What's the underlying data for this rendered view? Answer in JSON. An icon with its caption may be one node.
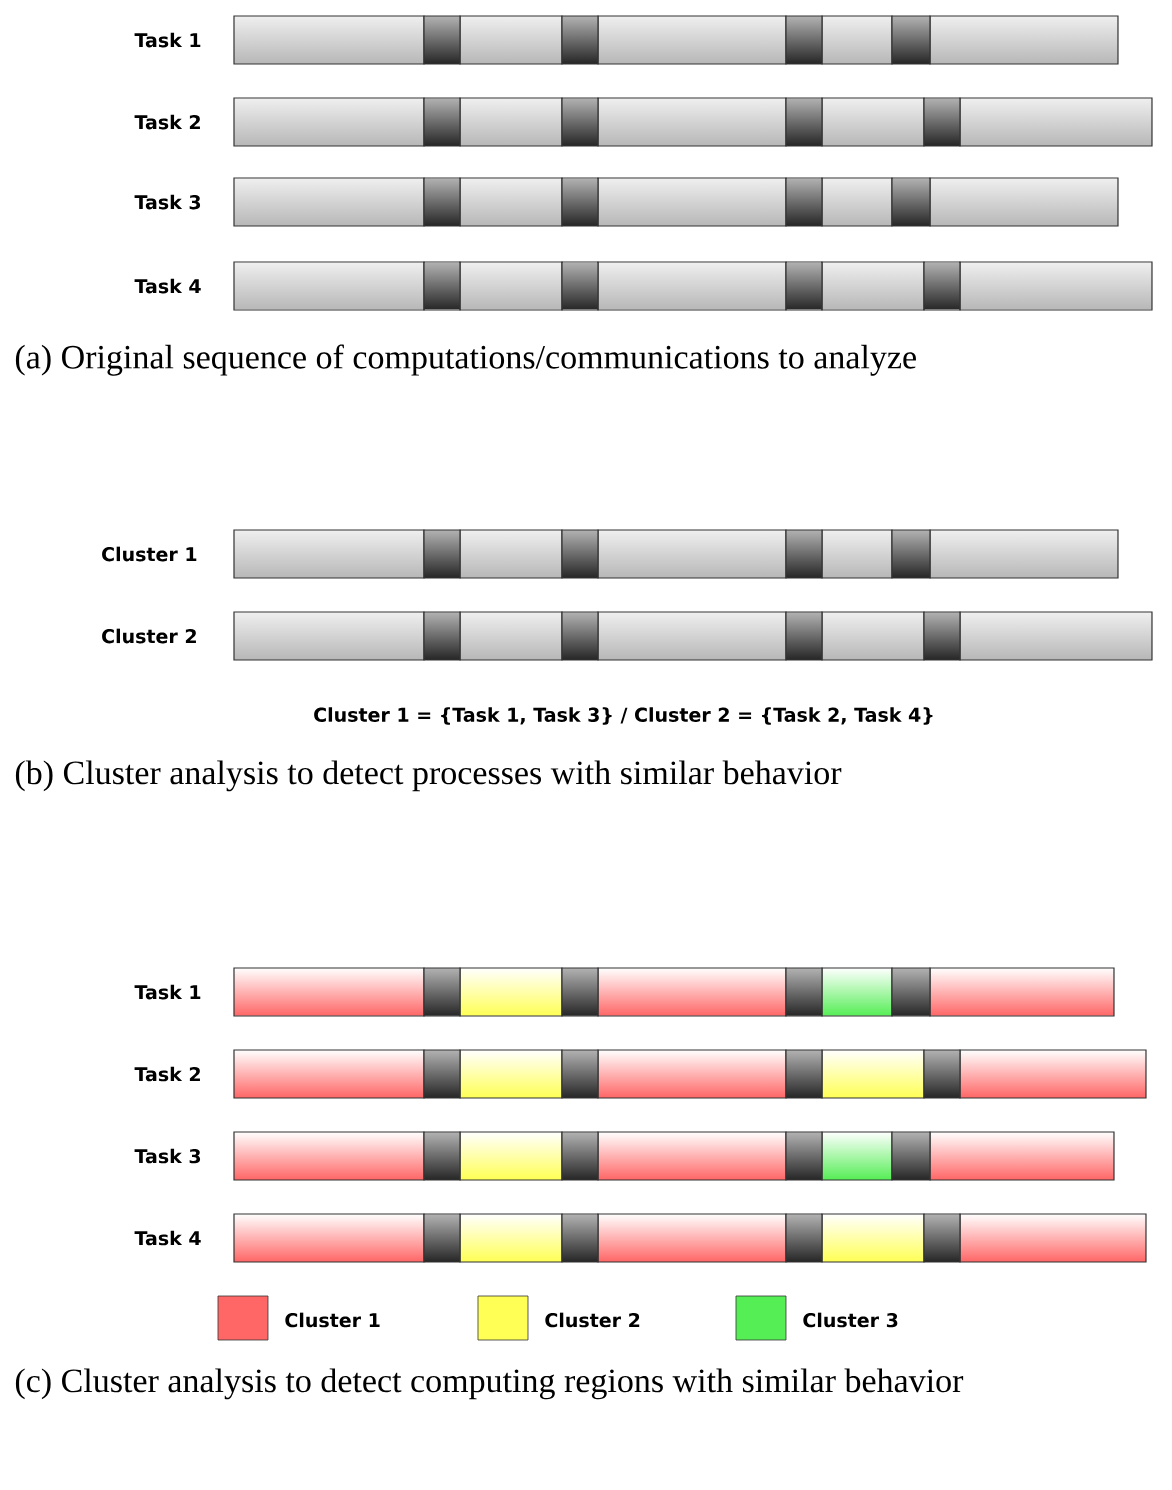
{
  "diagram": {
    "labels": [
      "Task 1",
      "Task 2",
      "Task 3",
      "Task 4",
      "(a) Original sequence of computations/communications to analyze",
      "Cluster 1",
      "Cluster 2",
      "Cluster 1 = {Task 1, Task 3} / Cluster 2 = {Task 2, Task 4}",
      "(b) Cluster analysis to detect processes with similar behavior",
      "Task 1",
      "Task 2",
      "Task 3",
      "Task 4",
      "(c) Cluster analysis to detect computing regions with similar behavior"
    ],
    "legend": [
      {
        "text": "Cluster 1",
        "color": "#ff6666"
      },
      {
        "text": "Cluster 2",
        "color": "#ffff55"
      },
      {
        "text": "Cluster 3",
        "color": "#55ee55"
      }
    ]
  }
}
